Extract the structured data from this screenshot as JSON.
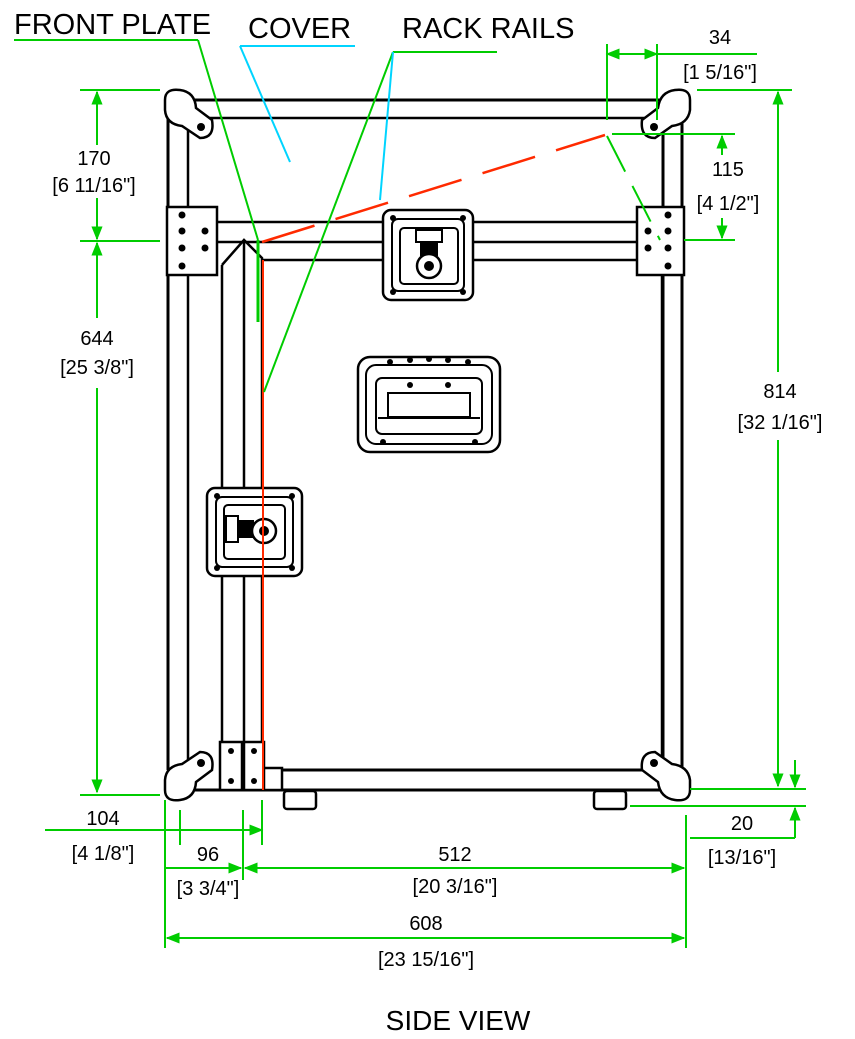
{
  "labels": {
    "front_plate": "FRONT PLATE",
    "cover": "COVER",
    "rack_rails": "RACK RAILS"
  },
  "dimensions": {
    "top_depth_mm": "34",
    "top_depth_in": "[1 5/16\"]",
    "cover_height_mm": "170",
    "cover_height_in": "[6 11/16\"]",
    "lid_offset_mm": "115",
    "lid_offset_in": "[4 1/2\"]",
    "body_height_mm": "644",
    "body_height_in": "[25 3/8\"]",
    "total_height_mm": "814",
    "total_height_in": "[32 1/16\"]",
    "front_offset_mm": "104",
    "front_offset_in": "[4 1/8\"]",
    "foot_height_mm": "20",
    "foot_height_in": "[13/16\"]",
    "front_depth_mm": "96",
    "front_depth_in": "[3 3/4\"]",
    "inner_depth_mm": "512",
    "inner_depth_in": "[20 3/16\"]",
    "total_depth_mm": "608",
    "total_depth_in": "[23 15/16\"]"
  },
  "caption": "SIDE VIEW",
  "colors": {
    "dimension_lines": "#00cc00",
    "rack_rail": "#ff2a00",
    "cover_leader": "#00d4ff",
    "outline": "#000000"
  }
}
